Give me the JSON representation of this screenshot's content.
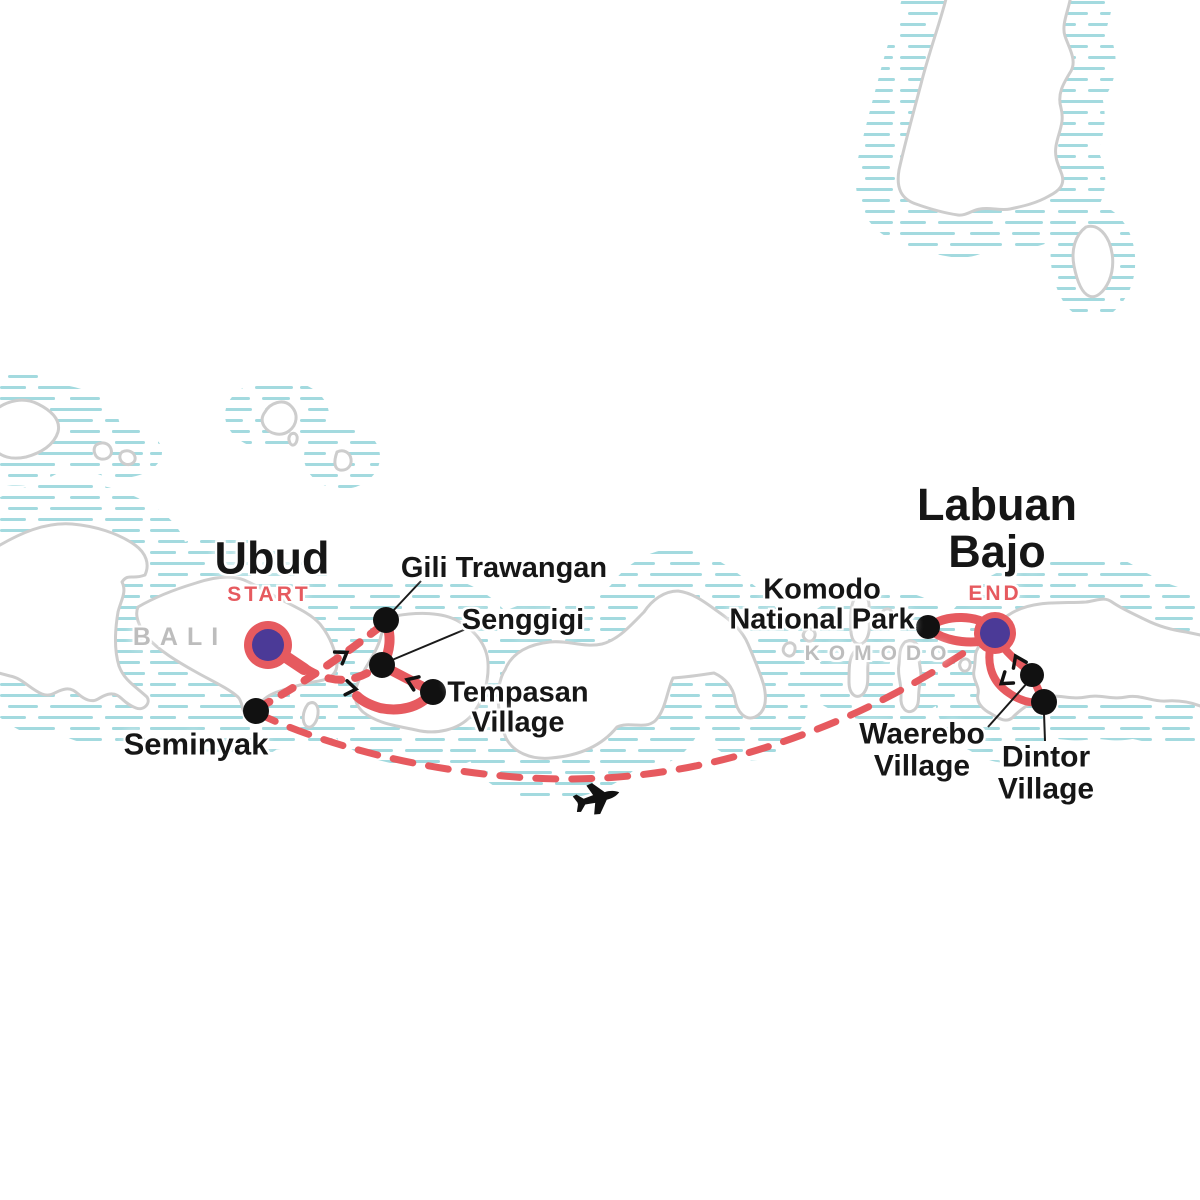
{
  "map": {
    "start_marker": {
      "city": "Ubud",
      "badge": "START"
    },
    "end_marker": {
      "city_lines": [
        "Labuan",
        "Bajo"
      ],
      "badge": "END"
    },
    "stops": [
      {
        "id": "seminyak",
        "lines": [
          "Seminyak"
        ]
      },
      {
        "id": "gili-trawangan",
        "lines": [
          "Gili Trawangan"
        ]
      },
      {
        "id": "senggigi",
        "lines": [
          "Senggigi"
        ]
      },
      {
        "id": "tempasan-village",
        "lines": [
          "Tempasan",
          "Village"
        ]
      },
      {
        "id": "komodo-national-park",
        "lines": [
          "Komodo",
          "National Park"
        ]
      },
      {
        "id": "waerebo-village",
        "lines": [
          "Waerebo",
          "Village"
        ]
      },
      {
        "id": "dintor-village",
        "lines": [
          "Dintor",
          "Village"
        ]
      }
    ],
    "region_labels": [
      {
        "id": "bali",
        "text": "BALI"
      },
      {
        "id": "komodo",
        "text": "KOMODO"
      }
    ],
    "icons": {
      "flight": "airplane-icon"
    },
    "colors": {
      "route": "#E65A5F",
      "marker_fill": "#4B3A97",
      "stop_dot": "#111111",
      "island_outline": "#CDCDCD",
      "water_hatch": "#A3DADF",
      "region_label": "#BDBDBD",
      "label_text": "#161616"
    }
  }
}
